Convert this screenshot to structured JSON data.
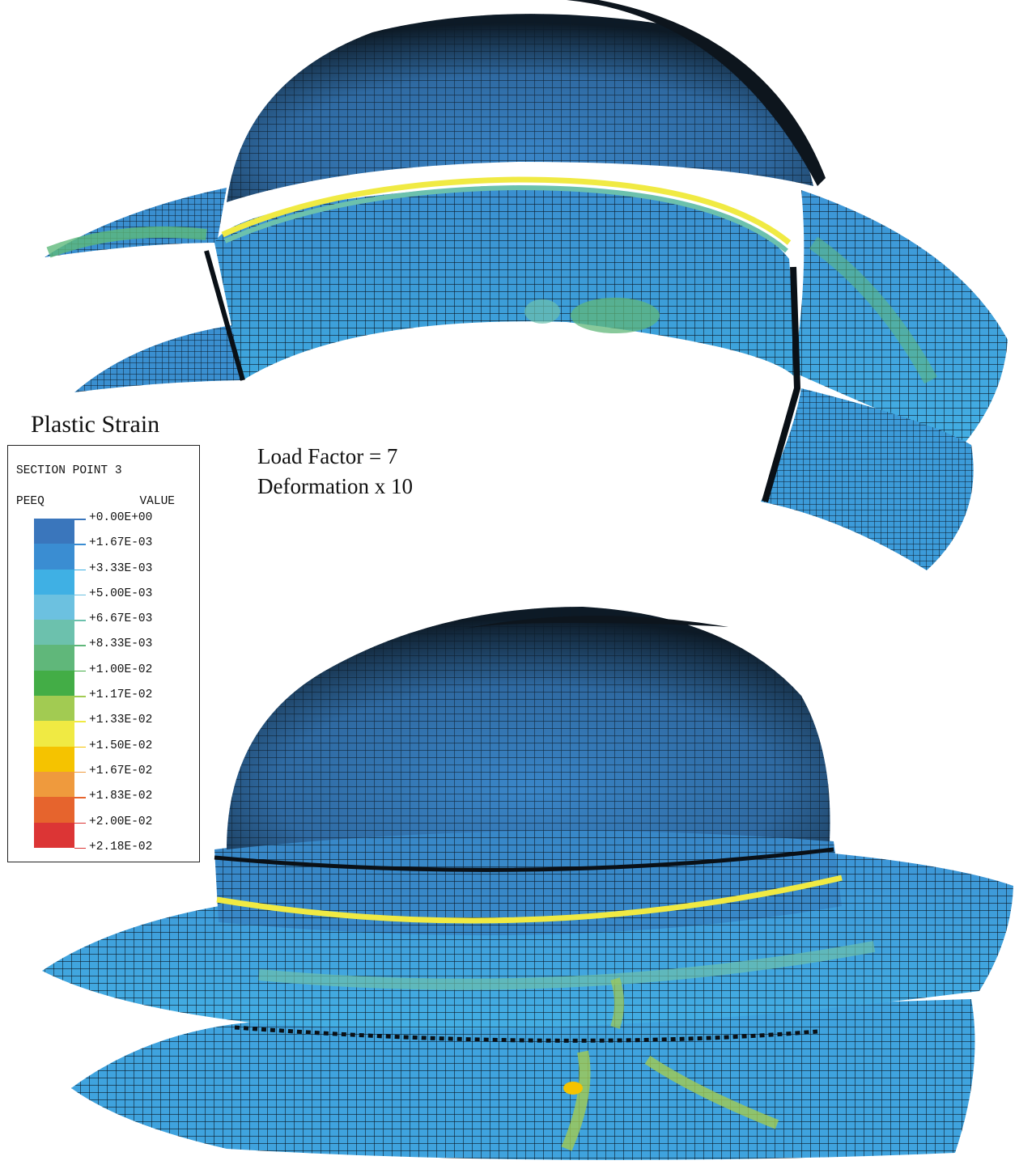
{
  "legend": {
    "title": "Plastic Strain",
    "section_point": "SECTION POINT 3",
    "variable": "PEEQ",
    "value_header": "VALUE",
    "colors": [
      "#3a76bc",
      "#3a8dd2",
      "#3fb0e4",
      "#6cc1e0",
      "#6cc1ad",
      "#60b77a",
      "#43ad46",
      "#a2cb52",
      "#f0ea43",
      "#f5c300",
      "#ef9a3d",
      "#e6642d",
      "#dc3535"
    ],
    "tick_colors": [
      "#3a76bc",
      "#3a8dd2",
      "#3fb0e4",
      "#6cc1e0",
      "#6cc1ad",
      "#60b77a",
      "#43ad46",
      "#a2cb52",
      "#f0ea43",
      "#f5c300",
      "#ef9a3d",
      "#e6642d",
      "#dc3535",
      "#dc3535"
    ],
    "values": [
      "+0.00E+00",
      "+1.67E-03",
      "+3.33E-03",
      "+5.00E-03",
      "+6.67E-03",
      "+8.33E-03",
      "+1.00E-02",
      "+1.17E-02",
      "+1.33E-02",
      "+1.50E-02",
      "+1.67E-02",
      "+1.83E-02",
      "+2.00E-02",
      "+2.18E-02"
    ]
  },
  "annotation": {
    "load_factor": "Load Factor = 7",
    "deformation": "Deformation x 10"
  }
}
